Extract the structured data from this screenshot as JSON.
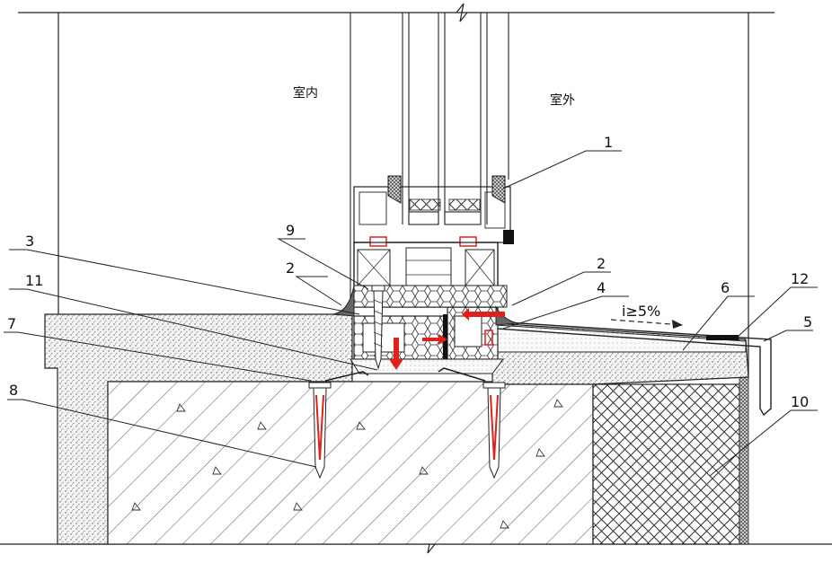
{
  "labels": {
    "indoor": "室内",
    "outdoor": "室外",
    "slope": "i≥5%",
    "callouts": [
      "1",
      "2",
      "2",
      "3",
      "4",
      "5",
      "6",
      "7",
      "8",
      "9",
      "10",
      "11",
      "12"
    ]
  },
  "colors": {
    "line": "#222222",
    "concrete_fill": "#f2f2f2",
    "arrow": "#e0201b",
    "sealant": "#111111"
  }
}
